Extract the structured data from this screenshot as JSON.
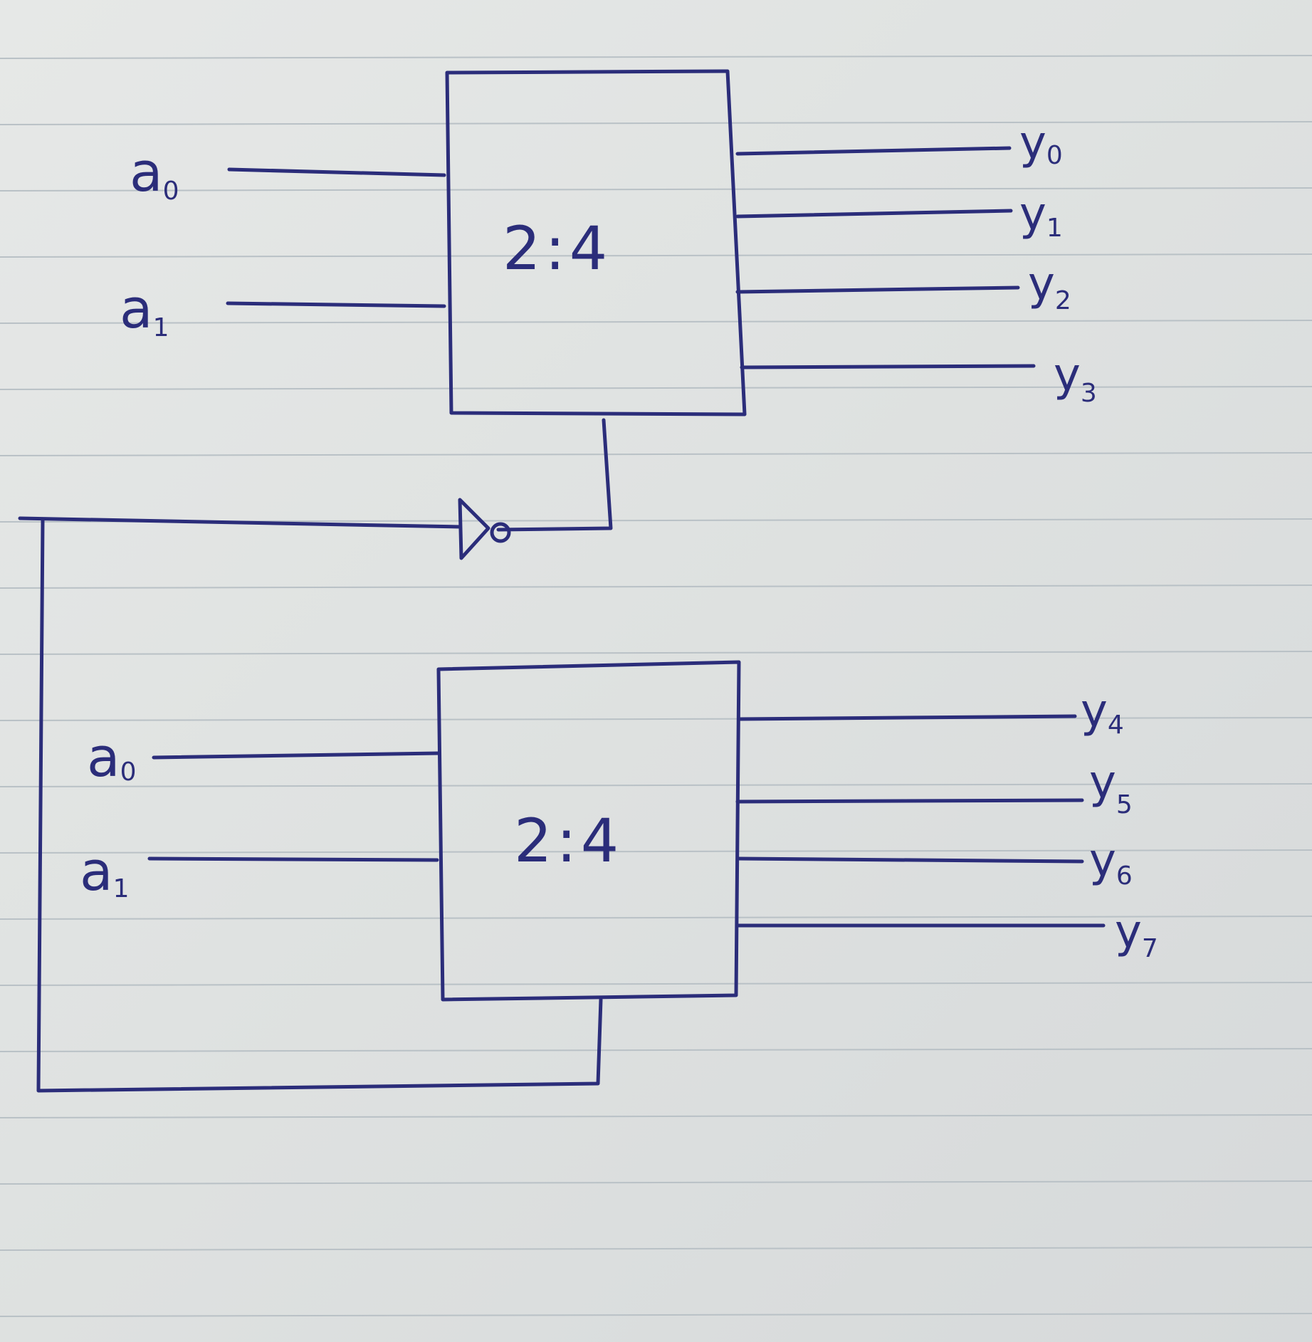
{
  "diagram": {
    "decoder_top": {
      "label": "2:4",
      "inputs": [
        {
          "base": "a",
          "sub": "0"
        },
        {
          "base": "a",
          "sub": "1"
        }
      ],
      "outputs": [
        {
          "base": "y",
          "sub": "0"
        },
        {
          "base": "y",
          "sub": "1"
        },
        {
          "base": "y",
          "sub": "2"
        },
        {
          "base": "y",
          "sub": "3"
        }
      ]
    },
    "decoder_bottom": {
      "label": "2:4",
      "inputs": [
        {
          "base": "a",
          "sub": "0"
        },
        {
          "base": "a",
          "sub": "1"
        }
      ],
      "outputs": [
        {
          "base": "y",
          "sub": "4"
        },
        {
          "base": "y",
          "sub": "5"
        },
        {
          "base": "y",
          "sub": "6"
        },
        {
          "base": "y",
          "sub": "7"
        }
      ]
    },
    "colors": {
      "ink": "#2b2d7a",
      "paper": "#e2e4e3",
      "rule_line": "#b9c1c6"
    }
  }
}
